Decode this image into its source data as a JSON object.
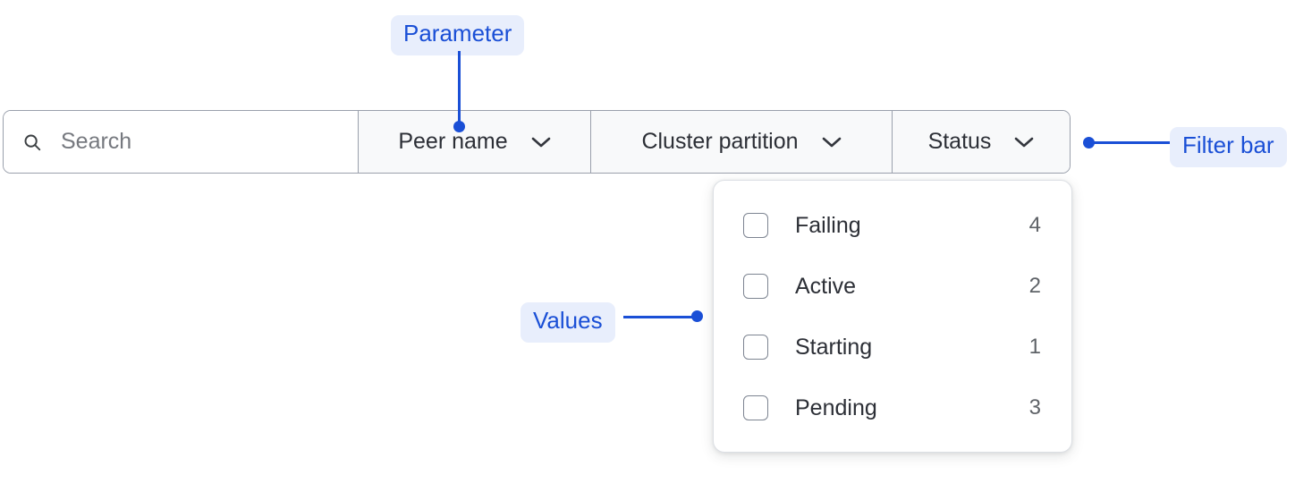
{
  "filter_bar": {
    "search": {
      "icon": "search-icon",
      "placeholder": "Search",
      "value": ""
    },
    "buttons": [
      {
        "label": "Peer name",
        "icon": "chevron-down-icon"
      },
      {
        "label": "Cluster partition",
        "icon": "chevron-down-icon"
      },
      {
        "label": "Status",
        "icon": "chevron-down-icon"
      }
    ]
  },
  "status_dropdown": {
    "items": [
      {
        "label": "Failing",
        "count": "4",
        "checked": false
      },
      {
        "label": "Active",
        "count": "2",
        "checked": false
      },
      {
        "label": "Starting",
        "count": "1",
        "checked": false
      },
      {
        "label": "Pending",
        "count": "3",
        "checked": false
      }
    ]
  },
  "annotations": {
    "parameter": "Parameter",
    "filter_bar": "Filter bar",
    "values": "Values"
  },
  "colors": {
    "annotation_text": "#1a4fd6",
    "annotation_bg": "#e8eefc",
    "bar_border": "#9aa0ac",
    "button_bg": "#f8f9fa",
    "search_bg": "#ffffff",
    "text": "#2c2f36",
    "count_text": "#5f6368",
    "placeholder": "#76797f"
  }
}
